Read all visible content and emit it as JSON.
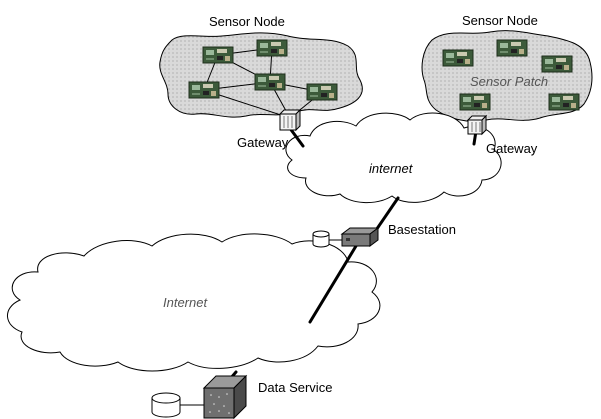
{
  "labels": {
    "sensor_node_left": "Sensor Node",
    "sensor_node_right": "Sensor Node",
    "sensor_patch": "Sensor Patch",
    "gateway_left": "Gateway",
    "gateway_right": "Gateway",
    "internet_small": "internet",
    "basestation": "Basestation",
    "internet_large": "Internet",
    "data_service": "Data Service"
  },
  "colors": {
    "patch_fill": "#d6d6d6",
    "cloud_stroke": "#000000",
    "link": "#000000",
    "board": "#3c5a3a"
  }
}
